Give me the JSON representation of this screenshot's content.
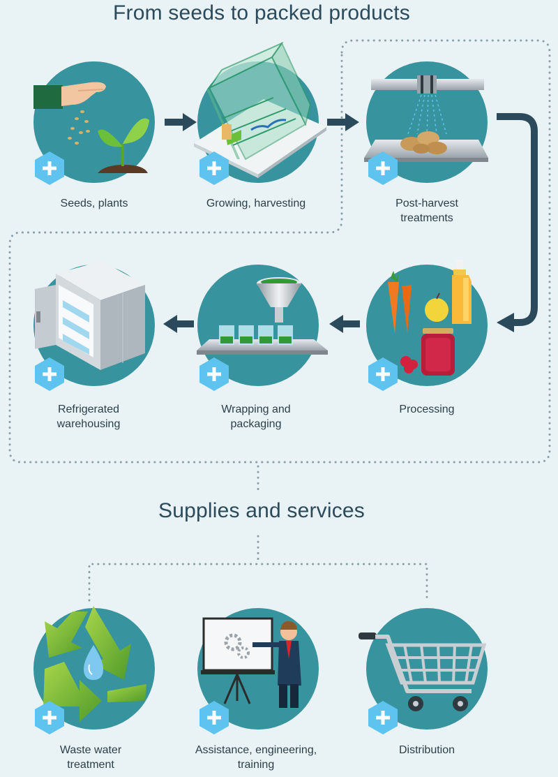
{
  "title": "From seeds to packed products",
  "services_title": "Supplies and services",
  "colors": {
    "background": "#e9f2f4",
    "circle": "#37949e",
    "badge": "#5ec3ee",
    "arrow": "#2b4b5c",
    "dots": "#8a9ea6"
  },
  "stages": [
    {
      "label": "Seeds, plants",
      "icon": "seeds-plant-icon"
    },
    {
      "label": "Growing, harvesting",
      "icon": "greenhouse-icon"
    },
    {
      "label": "Post-harvest treatments",
      "icon": "washing-potatoes-icon"
    },
    {
      "label": "Processing",
      "icon": "processed-food-icon"
    },
    {
      "label": "Wrapping and packaging",
      "icon": "filling-machine-icon"
    },
    {
      "label": "Refrigerated warehousing",
      "icon": "cold-room-icon"
    }
  ],
  "services": [
    {
      "label": "Waste water treatment",
      "icon": "recycle-water-icon"
    },
    {
      "label": "Assistance, engineering, training",
      "icon": "presentation-icon"
    },
    {
      "label": "Distribution",
      "icon": "shopping-cart-icon"
    }
  ],
  "badge_icon": "plus-icon"
}
